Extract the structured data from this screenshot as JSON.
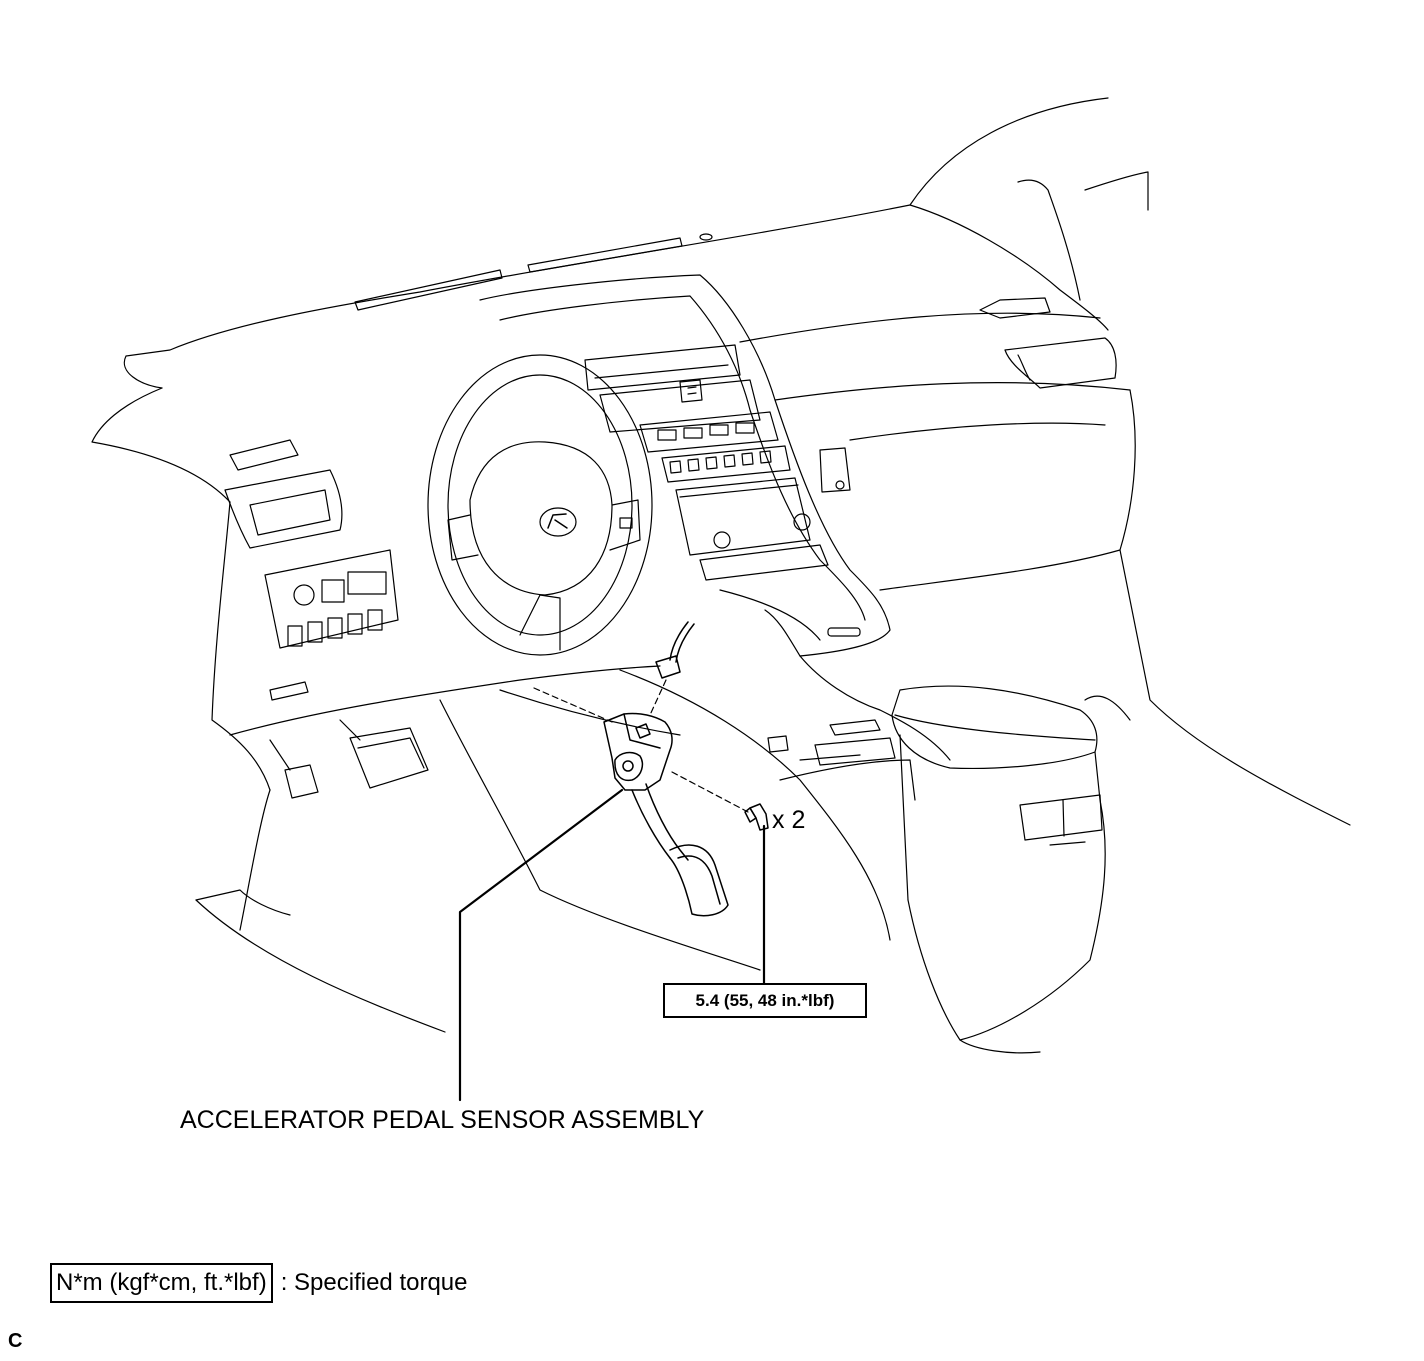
{
  "labels": {
    "part": "ACCELERATOR PEDAL SENSOR ASSEMBLY",
    "quantity": "x 2",
    "torque": "5.4 (55, 48 in.*lbf)"
  },
  "legend": {
    "unit": "N*m (kgf*cm, ft.*lbf)",
    "description": ": Specified torque"
  },
  "corner_code": "C",
  "colors": {
    "ink": "#000000",
    "paper": "#ffffff"
  },
  "icons": {
    "brand": "lexus-logo-icon",
    "fastener": "bolt-icon"
  }
}
